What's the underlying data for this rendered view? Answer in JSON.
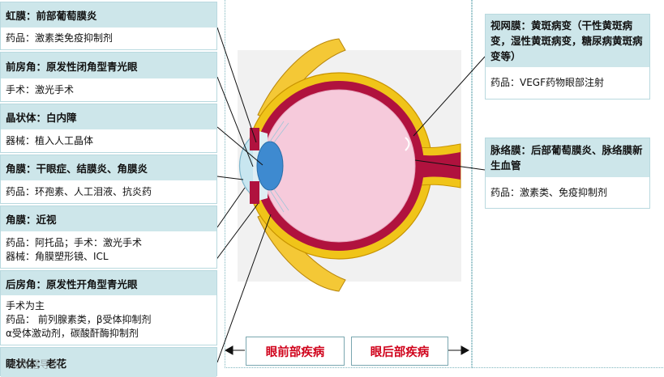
{
  "left_cards": [
    {
      "header": "虹膜：前部葡萄膜炎",
      "lines": [
        "药品：激素类免疫抑制剂"
      ]
    },
    {
      "header": "前房角：原发性闭角型青光眼",
      "lines": [
        "手术：激光手术"
      ]
    },
    {
      "header": "晶状体：白内障",
      "lines": [
        "器械：植入人工晶体"
      ]
    },
    {
      "header": "角膜：干眼症、结膜炎、角膜炎",
      "lines": [
        "药品：环孢素、人工泪液、抗炎药"
      ]
    },
    {
      "header": "角膜：近视",
      "lines": [
        "药品：阿托品；手术：激光手术",
        "器械：角膜塑形镜、ICL"
      ]
    },
    {
      "header": "后房角：原发性开角型青光眼",
      "lines": [
        "手术为主",
        "药品：  前列腺素类，β受体抑制剂",
        "α受体激动剂，碳酸酐酶抑制剂"
      ]
    },
    {
      "header": "睫状体：老花",
      "lines": []
    }
  ],
  "right_cards": [
    {
      "header": "视网膜：黄斑病变（干性黄斑病变，湿性黄斑病变，糖尿病黄斑病变等）",
      "lines": [
        "药品：VEGF药物眼部注射"
      ]
    },
    {
      "header": "脉络膜：后部葡萄膜炎、脉络膜新生血管",
      "lines": [
        "药品：激素类、免疫抑制剂"
      ]
    }
  ],
  "buttons": {
    "anterior": "眼前部疾病",
    "posterior": "眼后部疾病"
  },
  "watermark": "大数据导航",
  "colors": {
    "card_header": "#cde6ea",
    "card_border": "#b9d9df",
    "button_text": "#d0021b",
    "sclera": "#f0c419",
    "choroid": "#b0123e",
    "retina": "#f6cadb"
  }
}
